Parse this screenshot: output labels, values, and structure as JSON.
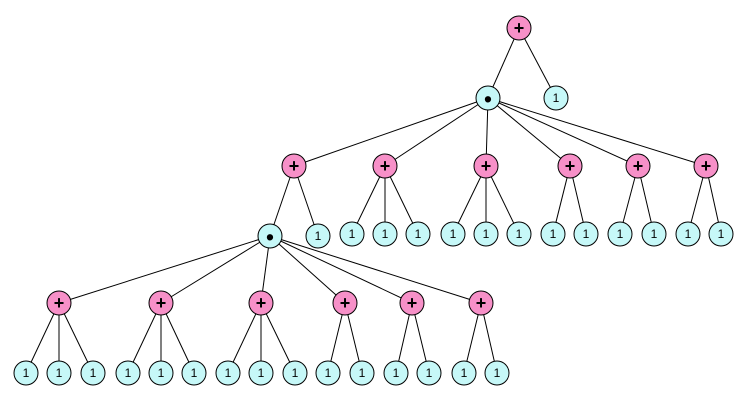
{
  "colors": {
    "plus_node": "#f790c8",
    "dot_node": "#c6f8f8",
    "leaf_node": "#c6f8f8",
    "edge": "#000000"
  },
  "labels": {
    "plus": "+",
    "dot": "•",
    "one": "1"
  },
  "tree": {
    "type": "plus",
    "children": [
      {
        "type": "dot",
        "children": [
          {
            "type": "plus",
            "children": [
              {
                "type": "dot",
                "children": [
                  {
                    "type": "plus",
                    "children": [
                      {
                        "type": "one"
                      },
                      {
                        "type": "one"
                      },
                      {
                        "type": "one"
                      }
                    ]
                  },
                  {
                    "type": "plus",
                    "children": [
                      {
                        "type": "one"
                      },
                      {
                        "type": "one"
                      },
                      {
                        "type": "one"
                      }
                    ]
                  },
                  {
                    "type": "plus",
                    "children": [
                      {
                        "type": "one"
                      },
                      {
                        "type": "one"
                      },
                      {
                        "type": "one"
                      }
                    ]
                  },
                  {
                    "type": "plus",
                    "children": [
                      {
                        "type": "one"
                      },
                      {
                        "type": "one"
                      }
                    ]
                  },
                  {
                    "type": "plus",
                    "children": [
                      {
                        "type": "one"
                      },
                      {
                        "type": "one"
                      }
                    ]
                  },
                  {
                    "type": "plus",
                    "children": [
                      {
                        "type": "one"
                      },
                      {
                        "type": "one"
                      }
                    ]
                  }
                ]
              },
              {
                "type": "one"
              }
            ]
          },
          {
            "type": "plus",
            "children": [
              {
                "type": "one"
              },
              {
                "type": "one"
              },
              {
                "type": "one"
              }
            ]
          },
          {
            "type": "plus",
            "children": [
              {
                "type": "one"
              },
              {
                "type": "one"
              },
              {
                "type": "one"
              }
            ]
          },
          {
            "type": "plus",
            "children": [
              {
                "type": "one"
              },
              {
                "type": "one"
              }
            ]
          },
          {
            "type": "plus",
            "children": [
              {
                "type": "one"
              },
              {
                "type": "one"
              }
            ]
          },
          {
            "type": "plus",
            "children": [
              {
                "type": "one"
              },
              {
                "type": "one"
              }
            ]
          }
        ]
      },
      {
        "type": "one"
      }
    ]
  }
}
